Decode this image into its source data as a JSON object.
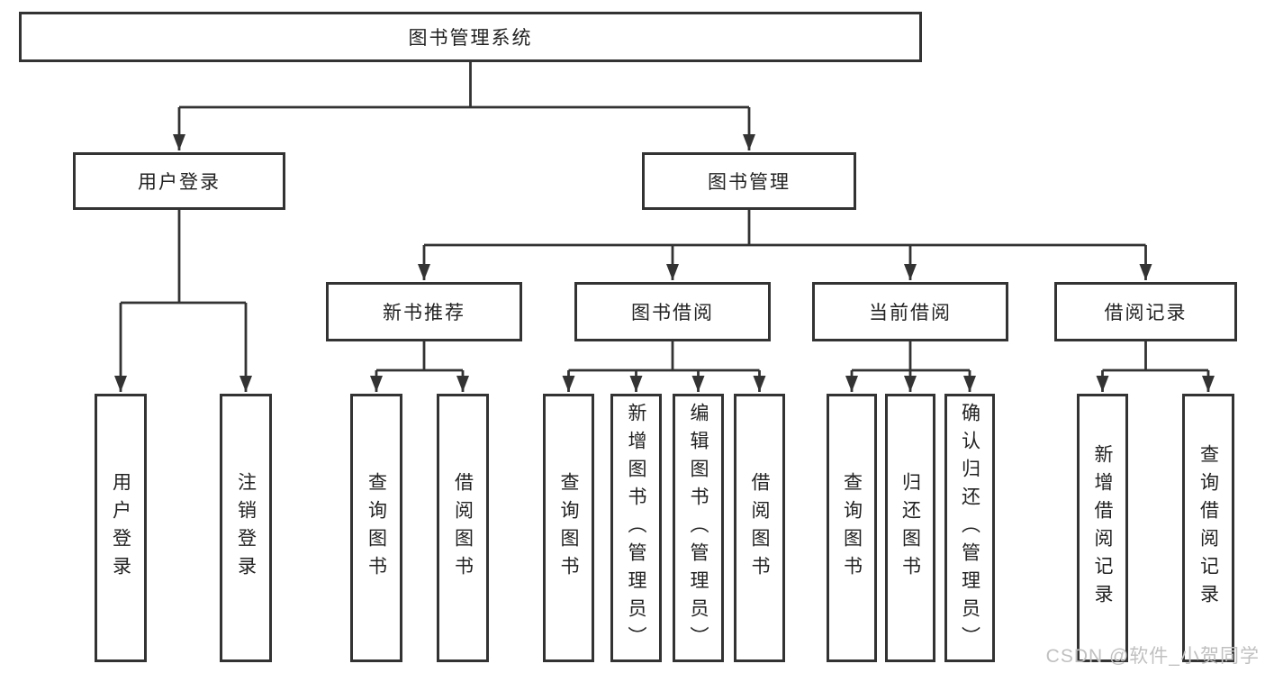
{
  "diagram": {
    "title": "图书管理系统",
    "root": "图书管理系统",
    "level2": {
      "user_login": "用户登录",
      "book_mgmt": "图书管理"
    },
    "level3": {
      "new_books": "新书推荐",
      "borrow": "图书借阅",
      "current": "当前借阅",
      "records": "借阅记录"
    },
    "leaves": {
      "user_login_action": "用户登录",
      "logout": "注销登录",
      "nb_query": "查询图书",
      "nb_borrow": "借阅图书",
      "bw_query": "查询图书",
      "bw_add": "新增图书（管理员）",
      "bw_edit": "编辑图书（管理员）",
      "bw_borrow": "借阅图书",
      "cu_query": "查询图书",
      "cu_return": "归还图书",
      "cu_confirm": "确认归还（管理员）",
      "rc_add": "新增借阅记录",
      "rc_query": "查询借阅记录"
    },
    "colors": {
      "line": "#333333",
      "border": "#333333",
      "text": "#222222",
      "watermark": "#c0c0c0",
      "background": "#ffffff"
    }
  },
  "watermark": "CSDN @软件_小贺同学"
}
